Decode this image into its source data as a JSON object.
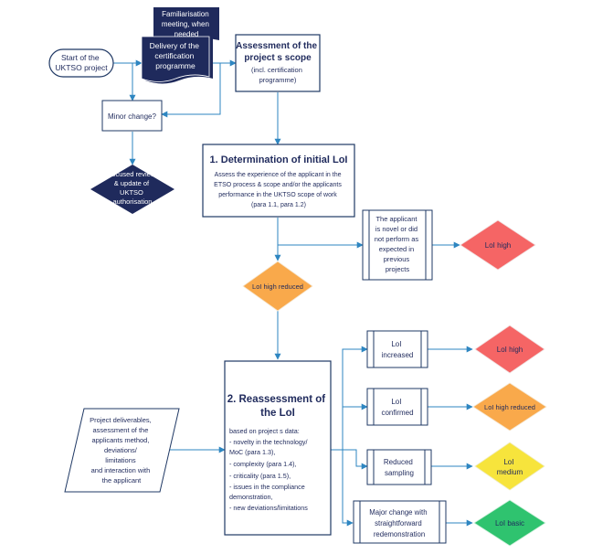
{
  "start": {
    "lines": [
      "Start of the",
      "UKTSO project"
    ]
  },
  "familiarisation": {
    "lines": [
      "Familiarisation",
      "meeting, when",
      "needed"
    ]
  },
  "delivery": {
    "lines": [
      "Delivery of the",
      "certification",
      "programme"
    ]
  },
  "assessment_scope": {
    "title_lines": [
      "Assessment of the",
      "project s scope"
    ],
    "sub_lines": [
      "(incl. certification",
      "programme)"
    ]
  },
  "minor_change": {
    "label": "Minor change?"
  },
  "focused_review": {
    "lines": [
      "Focused review",
      "& update of",
      "UKTSO",
      "authorisation"
    ]
  },
  "determination": {
    "title": "1. Determination of initial LoI",
    "lines": [
      "Assess the experience of the applicant in the",
      "ETSO process & scope and/or the applicants",
      "performance in the UKTSO scope of work",
      "(para 1.1, para 1.2)"
    ]
  },
  "novel_applicant": {
    "lines": [
      "The applicant",
      "is novel or did",
      "not perform as",
      "expected in",
      "previous",
      "projects"
    ]
  },
  "loi_high_1": {
    "label": "LoI high",
    "color": "#f56565"
  },
  "loi_high_reduced_1": {
    "label": "LoI high reduced",
    "color": "#f9a94b"
  },
  "reassessment": {
    "title_lines": [
      "2. Reassessment of",
      "the LoI"
    ],
    "lines": [
      "based on project s data:",
      "- novelty in the technology/",
      "MoC (para 1.3),",
      "- complexity (para 1.4),",
      "- criticality (para 1.5),",
      "- issues in the compliance",
      "demonstration,",
      "- new deviations/limitations"
    ]
  },
  "deliverables": {
    "lines": [
      "Project deliverables,",
      "assessment of the",
      "applicants method,",
      "deviations/",
      "limitations",
      "and interaction with",
      "the applicant"
    ]
  },
  "loi_increased": {
    "lines": [
      "LoI",
      "increased"
    ]
  },
  "loi_high_2": {
    "label": "LoI high",
    "color": "#f56565"
  },
  "loi_confirmed": {
    "lines": [
      "LoI",
      "confirmed"
    ]
  },
  "loi_high_reduced_2": {
    "label": "LoI high reduced",
    "color": "#f9a94b"
  },
  "reduced_sampling": {
    "lines": [
      "Reduced",
      "sampling"
    ]
  },
  "loi_medium": {
    "lines": [
      "LoI",
      "medium"
    ],
    "color": "#f7e43c"
  },
  "major_change": {
    "lines": [
      "Major change with",
      "straightforward",
      "redemonstration"
    ]
  },
  "loi_basic": {
    "label": "LoI basic",
    "color": "#2fc36f"
  },
  "colors": {
    "dark_navy": "#1f2a5c",
    "line_blue": "#2e86c1",
    "border_navy": "#1f3864",
    "text_navy": "#1f2a5c"
  }
}
